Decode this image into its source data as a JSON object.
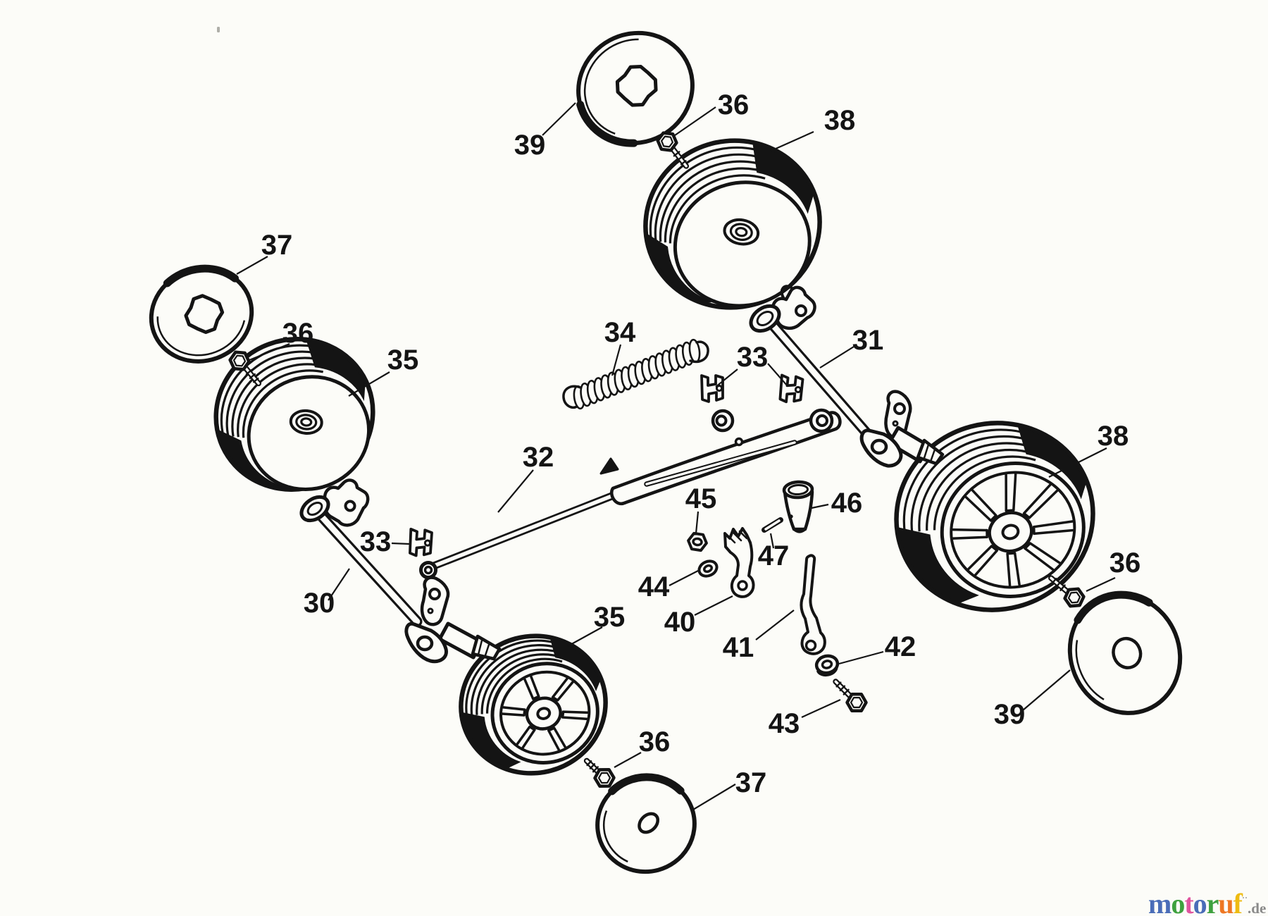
{
  "diagram": {
    "description": "Exploded parts diagram - mower wheel, axle and height adjuster assembly",
    "line_color": "#141414",
    "part_labels": [
      {
        "id": "39-top",
        "text": "39"
      },
      {
        "id": "36-top",
        "text": "36"
      },
      {
        "id": "38-top",
        "text": "38"
      },
      {
        "id": "37-left",
        "text": "37"
      },
      {
        "id": "36-left",
        "text": "36"
      },
      {
        "id": "35-left",
        "text": "35"
      },
      {
        "id": "34",
        "text": "34"
      },
      {
        "id": "33-right",
        "text": "33"
      },
      {
        "id": "31",
        "text": "31"
      },
      {
        "id": "38-right",
        "text": "38"
      },
      {
        "id": "32",
        "text": "32"
      },
      {
        "id": "33-left",
        "text": "33"
      },
      {
        "id": "30",
        "text": "30"
      },
      {
        "id": "36-right",
        "text": "36"
      },
      {
        "id": "35-bottom",
        "text": "35"
      },
      {
        "id": "39-right",
        "text": "39"
      },
      {
        "id": "45",
        "text": "45"
      },
      {
        "id": "46",
        "text": "46"
      },
      {
        "id": "47",
        "text": "47"
      },
      {
        "id": "44",
        "text": "44"
      },
      {
        "id": "40",
        "text": "40"
      },
      {
        "id": "41",
        "text": "41"
      },
      {
        "id": "42",
        "text": "42"
      },
      {
        "id": "43",
        "text": "43"
      },
      {
        "id": "37-bottom",
        "text": "37"
      },
      {
        "id": "36-bottom",
        "text": "36"
      }
    ]
  },
  "watermark": {
    "letters": [
      {
        "char": "m",
        "color": "#4a6db8"
      },
      {
        "char": "o",
        "color": "#3ea13e"
      },
      {
        "char": "t",
        "color": "#e0559f"
      },
      {
        "char": "o",
        "color": "#4a6db8"
      },
      {
        "char": "r",
        "color": "#3ea13e"
      },
      {
        "char": "u",
        "color": "#ee7722"
      },
      {
        "char": "f",
        "color": "#eebb11"
      }
    ],
    "mark": "··",
    "suffix": ".de",
    "suffix_color": "#8a8a8a"
  }
}
